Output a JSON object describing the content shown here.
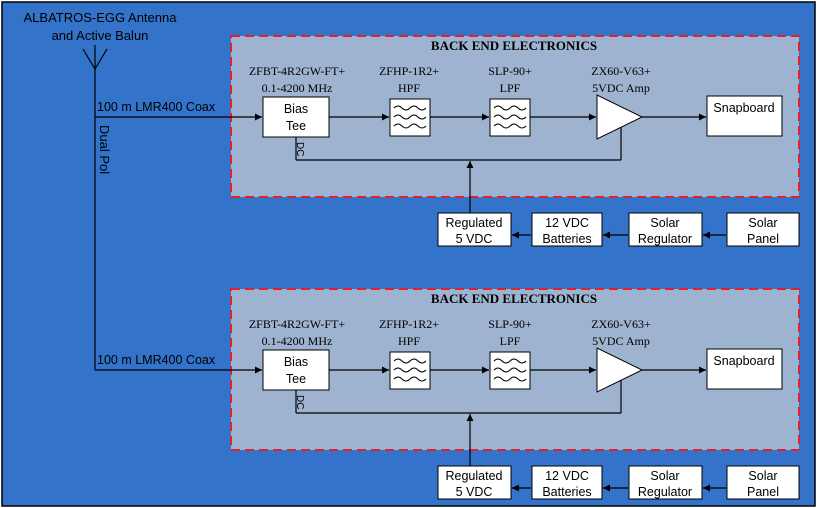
{
  "antenna": {
    "label_line1": "ALBATROS-EGG Antenna",
    "label_line2": "and Active Balun",
    "polarization_label": "Dual Pol"
  },
  "chains": [
    {
      "section_title": "BACK END ELECTRONICS",
      "coax_label": "100 m LMR400 Coax",
      "bias_tee": {
        "part_line1": "ZFBT-4R2GW-FT+",
        "part_line2": "0.1-4200 MHz",
        "line1": "Bias",
        "line2": "Tee",
        "dc_label": "DC"
      },
      "hpf": {
        "part_line1": "ZFHP-1R2+",
        "part_line2": "HPF"
      },
      "lpf": {
        "part_line1": "SLP-90+",
        "part_line2": "LPF"
      },
      "amp": {
        "part_line1": "ZX60-V63+",
        "part_line2": "5VDC Amp"
      },
      "snapboard": "Snapboard",
      "power": {
        "regulated": [
          "Regulated",
          "5 VDC"
        ],
        "batteries": [
          "12 VDC",
          "Batteries"
        ],
        "regulator": [
          "Solar",
          "Regulator"
        ],
        "panel": [
          "Solar",
          "Panel"
        ]
      }
    },
    {
      "section_title": "BACK END ELECTRONICS",
      "coax_label": "100 m LMR400 Coax",
      "bias_tee": {
        "part_line1": "ZFBT-4R2GW-FT+",
        "part_line2": "0.1-4200 MHz",
        "line1": "Bias",
        "line2": "Tee",
        "dc_label": "DC"
      },
      "hpf": {
        "part_line1": "ZFHP-1R2+",
        "part_line2": "HPF"
      },
      "lpf": {
        "part_line1": "SLP-90+",
        "part_line2": "LPF"
      },
      "amp": {
        "part_line1": "ZX60-V63+",
        "part_line2": "5VDC Amp"
      },
      "snapboard": "Snapboard",
      "power": {
        "regulated": [
          "Regulated",
          "5 VDC"
        ],
        "batteries": [
          "12 VDC",
          "Batteries"
        ],
        "regulator": [
          "Solar",
          "Regulator"
        ],
        "panel": [
          "Solar",
          "Panel"
        ]
      }
    }
  ],
  "colors": {
    "background": "#3373c9",
    "panel": "#9db3d0",
    "panel_border": "#e2222a",
    "box_fill": "#ffffff",
    "line": "#000000"
  }
}
